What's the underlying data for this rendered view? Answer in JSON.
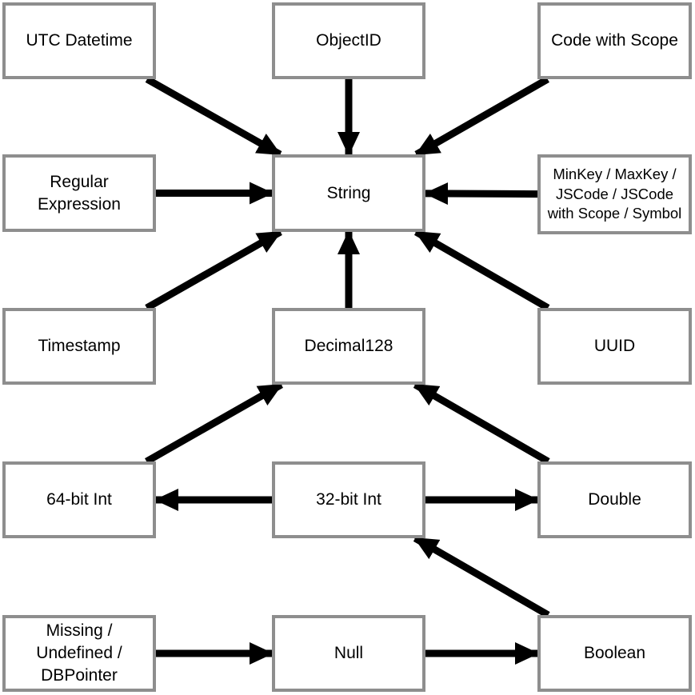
{
  "diagram": {
    "kind": "type-conversion-flowchart",
    "colors": {
      "background": "#ffffff",
      "box_border": "#8e8e8e",
      "box_fill": "#ffffff",
      "arrow": "#000000",
      "text": "#000000"
    }
  },
  "nodes": {
    "utc_datetime": {
      "label": "UTC Datetime"
    },
    "objectid": {
      "label": "ObjectID"
    },
    "code_with_scope": {
      "label": "Code with Scope"
    },
    "regular_expression": {
      "label": "Regular Expression"
    },
    "string": {
      "label": "String"
    },
    "minkey_maxkey_jscode_jscode_with_scope_symbol": {
      "label": "MinKey / MaxKey / JSCode / JSCode with Scope / Symbol"
    },
    "timestamp": {
      "label": "Timestamp"
    },
    "decimal128": {
      "label": "Decimal128"
    },
    "uuid": {
      "label": "UUID"
    },
    "int64": {
      "label": "64-bit Int"
    },
    "int32": {
      "label": "32-bit Int"
    },
    "double": {
      "label": "Double"
    },
    "missing_undefined_dbpointer": {
      "label": "Missing / Undefined / DBPointer"
    },
    "null": {
      "label": "Null"
    },
    "boolean": {
      "label": "Boolean"
    }
  },
  "edges": [
    {
      "from": "utc_datetime",
      "to": "string"
    },
    {
      "from": "objectid",
      "to": "string"
    },
    {
      "from": "code_with_scope",
      "to": "string"
    },
    {
      "from": "regular_expression",
      "to": "string"
    },
    {
      "from": "minkey_maxkey_jscode_jscode_with_scope_symbol",
      "to": "string"
    },
    {
      "from": "timestamp",
      "to": "string"
    },
    {
      "from": "decimal128",
      "to": "string"
    },
    {
      "from": "uuid",
      "to": "string"
    },
    {
      "from": "int64",
      "to": "decimal128"
    },
    {
      "from": "double",
      "to": "decimal128"
    },
    {
      "from": "int32",
      "to": "int64"
    },
    {
      "from": "int32",
      "to": "double"
    },
    {
      "from": "boolean",
      "to": "int32"
    },
    {
      "from": "missing_undefined_dbpointer",
      "to": "null"
    },
    {
      "from": "null",
      "to": "boolean"
    }
  ]
}
